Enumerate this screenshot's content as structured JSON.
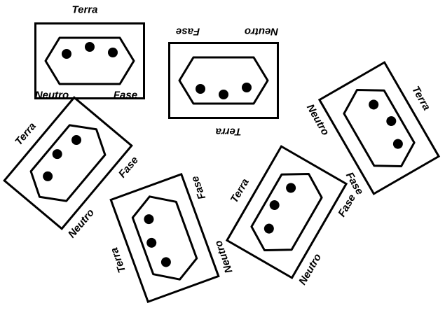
{
  "labels": {
    "terra": "Terra",
    "neutro": "Neutro",
    "fase": "Fase"
  },
  "colors": {
    "stroke": "#000000",
    "background": "#ffffff"
  },
  "outlets": [
    {
      "name": "outlet-top-left",
      "orientation_deg": 0
    },
    {
      "name": "outlet-top-center",
      "orientation_deg": 180
    },
    {
      "name": "outlet-middle-left",
      "orientation_deg": -50
    },
    {
      "name": "outlet-bottom-center-left",
      "orientation_deg": -20
    },
    {
      "name": "outlet-bottom-center-right",
      "orientation_deg": -30
    },
    {
      "name": "outlet-right",
      "orientation_deg": 30
    }
  ]
}
